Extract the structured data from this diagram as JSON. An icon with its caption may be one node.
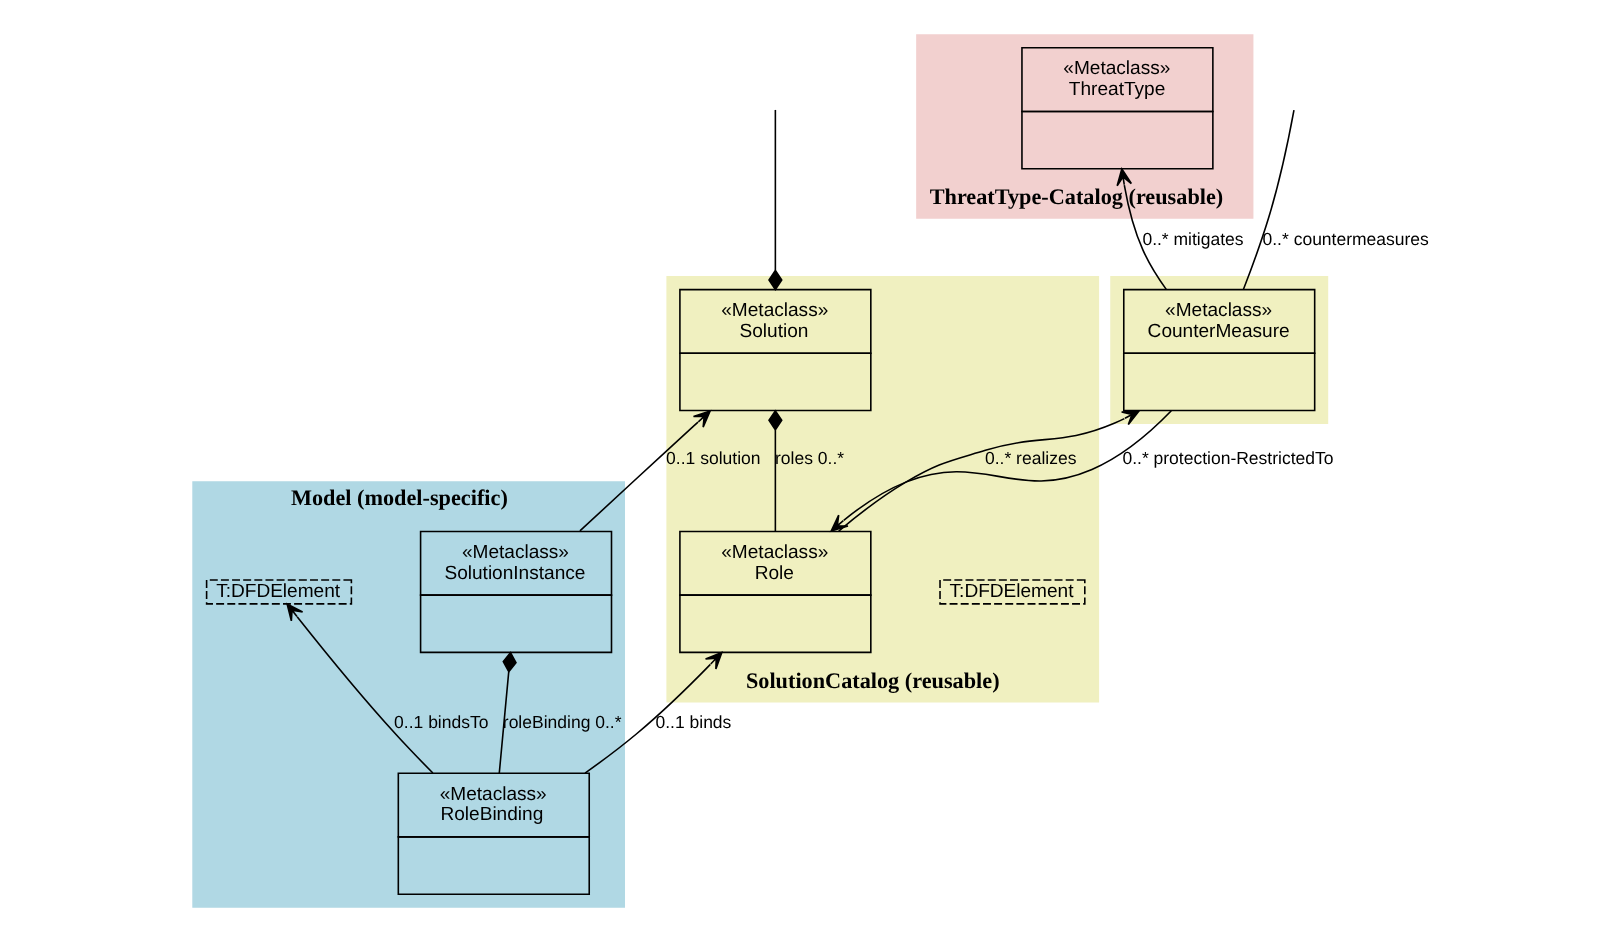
{
  "diagram": {
    "nodes": [
      {
        "text": [
          "ThreatType-Catalog (reusable)"
        ]
      },
      {
        "text": [
          "«Metaclass»",
          "ThreatType"
        ],
        "in": 0
      },
      {
        "text": [
          "SolutionCatalog (reusable)"
        ]
      },
      {
        "text": [
          "T:DFDElement"
        ],
        "in": 2
      },
      {
        "text": [
          "«Metaclass»",
          "Role"
        ],
        "in": 2
      },
      {
        "text": [
          "«Metaclass»",
          "Solution"
        ],
        "in": 2
      },
      {
        "text": [
          "Model (model-specific)"
        ]
      },
      {
        "text": [
          "T:DFDElement"
        ],
        "in": 6
      },
      {
        "text": [
          "«Metaclass»",
          "RoleBinding"
        ],
        "in": 6
      },
      {
        "text": [
          "«Metaclass»",
          "SolutionInstance"
        ],
        "in": 6
      },
      {
        "text": [],
        "shape": "box"
      },
      {
        "text": [
          "«Metaclass»",
          "CounterMeasure"
        ],
        "in": 10
      }
    ],
    "edges": [
      {
        "from": 11,
        "to": 1,
        "arrow": "to",
        "label": "0..* mitigates"
      },
      {
        "from": 11,
        "to": 4,
        "arrow": "to",
        "label": "0..* protection-RestrictedTo"
      },
      {
        "from": 4,
        "to": 11,
        "arrow": "to",
        "label": "0..* realizes"
      },
      {
        "from": 4,
        "to": 5,
        "arrow": "other",
        "label": "roles 0..*"
      },
      {
        "from": 8,
        "to": 4,
        "arrow": "to",
        "label": "0..1 binds"
      },
      {
        "from": 8,
        "to": 7,
        "arrow": "to",
        "label": "0..1 bindsTo"
      },
      {
        "from": 9,
        "to": 5,
        "arrow": "to",
        "label": "0..1 solution"
      },
      {
        "from": 8,
        "to": 9,
        "arrow": "other",
        "label": "roleBinding 0..*"
      },
      {
        "from": 5,
        "to": null,
        "arrow": "other"
      },
      {
        "from": 11,
        "to": null,
        "arrow": "none",
        "label": "0..* countermeasures"
      }
    ]
  }
}
